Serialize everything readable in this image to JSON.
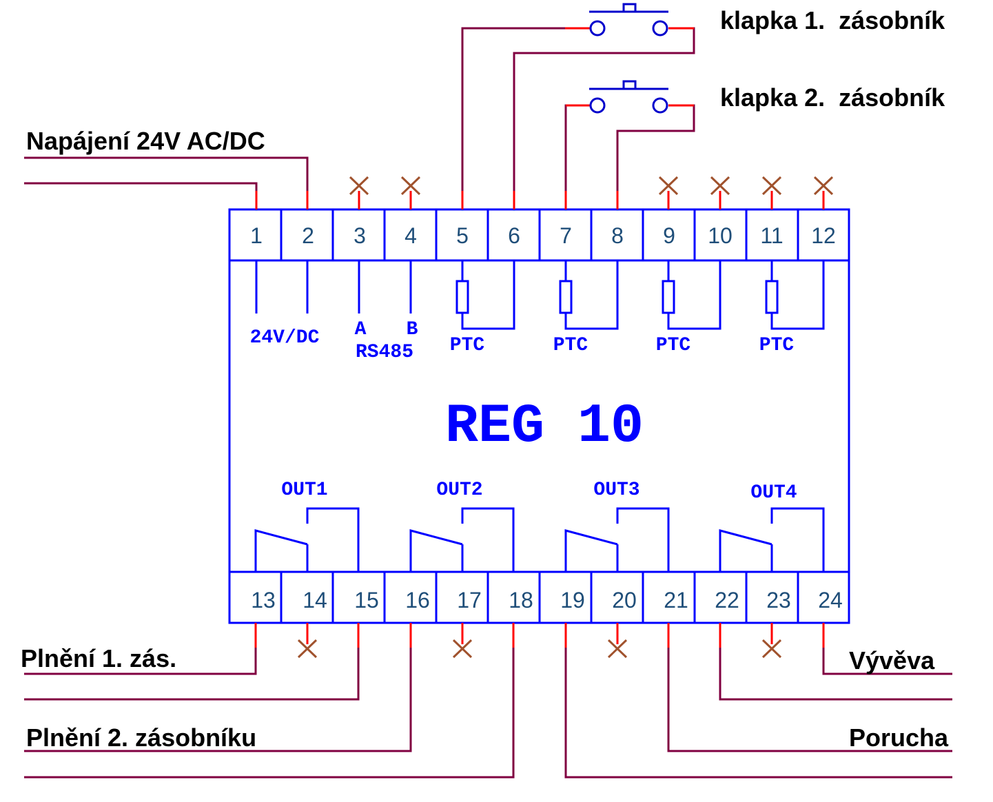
{
  "title": "REG 10",
  "top_terminals": [
    "1",
    "2",
    "3",
    "4",
    "5",
    "6",
    "7",
    "8",
    "9",
    "10",
    "11",
    "12"
  ],
  "bottom_terminals": [
    "13",
    "14",
    "15",
    "16",
    "17",
    "18",
    "19",
    "20",
    "21",
    "22",
    "23",
    "24"
  ],
  "internal_labels": {
    "supply": "24V/DC",
    "rs485_a": "A",
    "rs485_b": "B",
    "rs485": "RS485",
    "ptc": [
      "PTC",
      "PTC",
      "PTC",
      "PTC"
    ],
    "outputs": [
      "OUT1",
      "OUT2",
      "OUT3",
      "OUT4"
    ]
  },
  "external_labels": {
    "power": "Napájení 24V AC/DC",
    "flap1": "klapka 1.  zásobník",
    "flap2": "klapka 2.  zásobník",
    "fill1": "Plnění 1. zás.",
    "fill2": "Plnění 2. zásobníku",
    "vacuum": "Vývěva",
    "fault": "Porucha"
  },
  "colors": {
    "wire": "#800040",
    "stub": "#ff0000",
    "unused_x": "#a0522d",
    "device": "#0000ff",
    "terminal_number": "#1f4e79"
  }
}
